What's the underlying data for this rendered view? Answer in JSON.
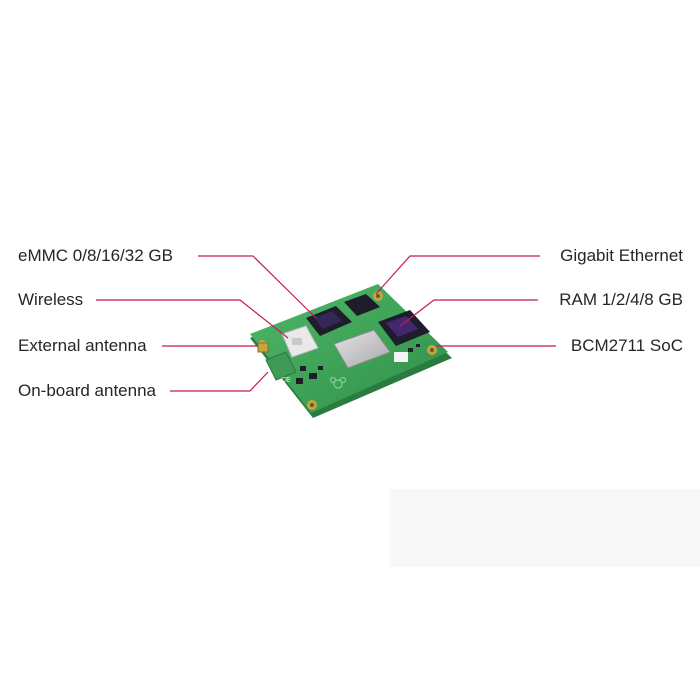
{
  "callouts": {
    "left": [
      {
        "id": "emmc",
        "label": "eMMC 0/8/16/32 GB"
      },
      {
        "id": "wireless",
        "label": "Wireless"
      },
      {
        "id": "external-antenna",
        "label": "External antenna"
      },
      {
        "id": "onboard-antenna",
        "label": "On-board antenna"
      }
    ],
    "right": [
      {
        "id": "gigabit-ethernet",
        "label": "Gigabit Ethernet"
      },
      {
        "id": "ram",
        "label": "RAM 1/2/4/8 GB"
      },
      {
        "id": "soc",
        "label": "BCM2711 SoC"
      }
    ]
  },
  "colors": {
    "leader_line": "#c8195a",
    "pcb": "#3aa655",
    "pcb_dark": "#2f8f48",
    "chip": "#1d1d2b",
    "chip_highlight": "#4a2a7a",
    "soc_lid": "#c9c9cc",
    "gold_pad": "#c8a440"
  },
  "board": {
    "logo": "raspberry-pi-logo",
    "marks": [
      "CE"
    ]
  }
}
